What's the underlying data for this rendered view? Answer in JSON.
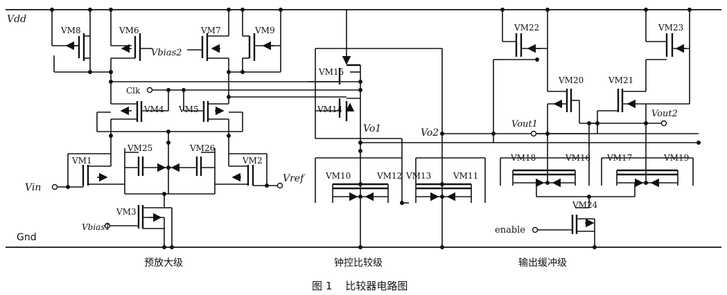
{
  "rails": {
    "vdd": "Vdd",
    "gnd": "Gnd"
  },
  "pins": {
    "vin": "Vin",
    "vref": "Vref",
    "clk": "Clk",
    "vbias1": "Vbias1",
    "vbias2": "Vbias2",
    "vo1": "Vo1",
    "vo2": "Vo2",
    "vout1": "Vout1",
    "vout2": "Vout2",
    "enable": "enable"
  },
  "transistors": {
    "m1": "VM1",
    "m2": "VM2",
    "m3": "VM3",
    "m4": "VM4",
    "m5": "VM5",
    "m6": "VM6",
    "m7": "VM7",
    "m8": "VM8",
    "m9": "VM9",
    "m10": "VM10",
    "m11": "VM11",
    "m12": "VM12",
    "m13": "VM13",
    "m14": "VM14",
    "m15": "VM15",
    "m16": "VM16",
    "m17": "VM17",
    "m18": "VM18",
    "m19": "VM19",
    "m20": "VM20",
    "m21": "VM21",
    "m22": "VM22",
    "m23": "VM23",
    "m24": "VM24",
    "m25": "VM25",
    "m26": "VM26"
  },
  "sections": {
    "preamp": "预放大级",
    "latch": "钟控比较级",
    "buffer": "输出缓冲级"
  },
  "caption": "图 1    比较器电路图"
}
